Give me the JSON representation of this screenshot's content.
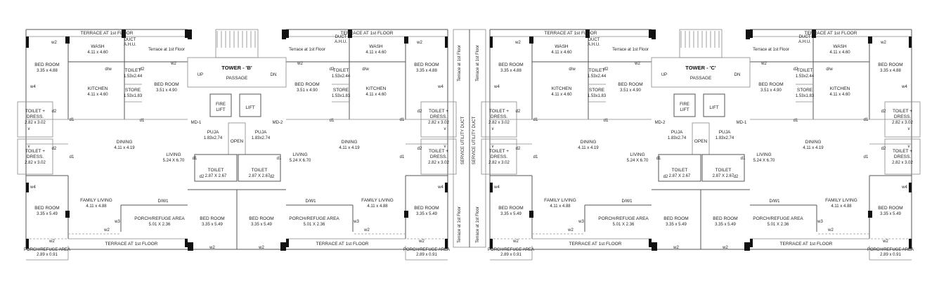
{
  "rooms": {
    "terrace": "TERRACE AT 1st FLOOR",
    "terrace_small": "Terrace at 1st Floor",
    "wash": "WASH",
    "wash_dim": "4.11 x 4.60",
    "bedroom": "BED ROOM",
    "bed_a_dim": "3.35 x 4.88",
    "bed_b_dim": "3.51 x 4.90",
    "bed_c_dim": "3.35 x 5.49",
    "kitchen": "KITCHEN",
    "kitchen_dim": "4.11 x 4.60",
    "toilet": "TOILET",
    "toilet_small_dim": "1.53x2.44",
    "store": "STORE",
    "store_dim": "1.53x1.83",
    "toilet_dress": "TOILET +",
    "dress": "DRESS.",
    "toilet_dress_dim": "2.82 x 3.02",
    "dining": "DINING",
    "dining_dim": "4.11 x 4.19",
    "living": "LIVING",
    "living_dim": "5.24 X 6.70",
    "family_living": "FAMILY LIVING",
    "family_dim": "4.11 x 4.88",
    "porch": "PORCH/REFUGE AREA",
    "porch_dim": "5.01 X 2.36",
    "porch_small_dim": "2.89 x 0.91",
    "puja": "PUJA",
    "puja_dim": "1.83x2.74",
    "open": "OPEN",
    "toilet_mid_dim": "2.87 X 2.67",
    "passage": "PASSAGE",
    "tower_b": "TOWER - 'B'",
    "tower_c": "TOWER - 'C'",
    "fire": "FIRE",
    "lift": "LIFT",
    "duct": "DUCT",
    "ahu": "A.H.U.",
    "service_duct": "SERVICE UTILITY DUCT"
  },
  "marks": {
    "w2": "w2",
    "w3": "w3",
    "w4": "w4",
    "d1": "d1",
    "d2": "d2",
    "dw": "d/w",
    "dw1": "D/W1",
    "md1": "MD-1",
    "md2": "MD-2",
    "v": "v",
    "up": "UP",
    "dn": "DN"
  }
}
